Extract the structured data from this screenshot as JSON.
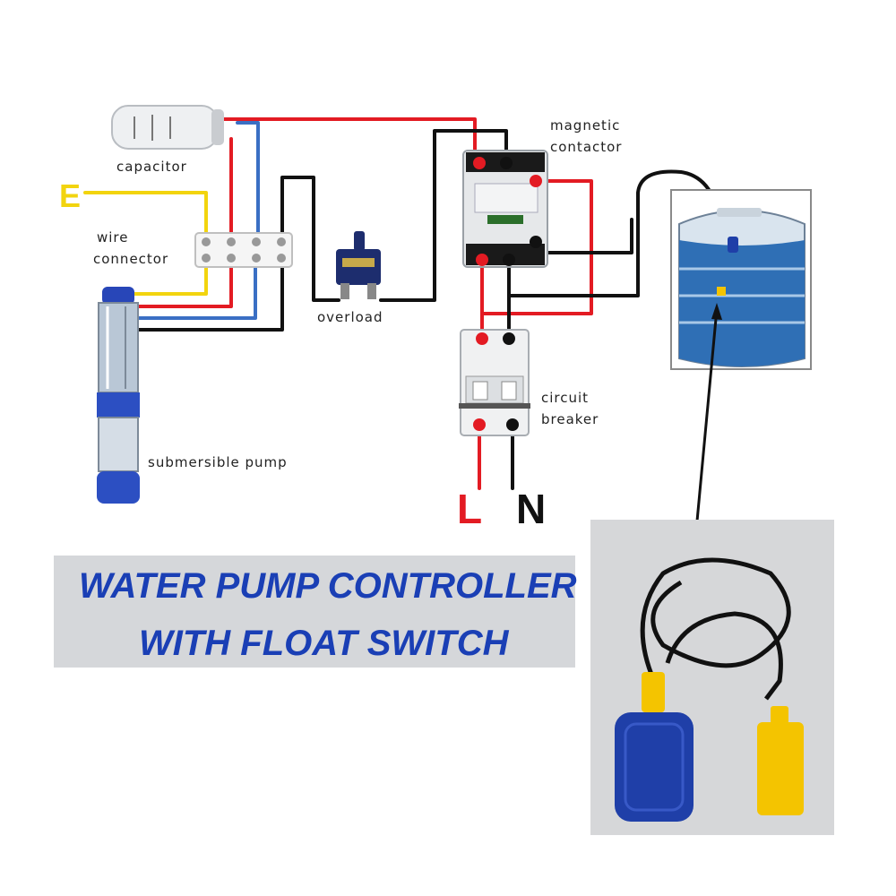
{
  "labels": {
    "capacitor": "capacitor",
    "wire_connector_line1": "wire",
    "wire_connector_line2": "connector",
    "magnetic_contactor_line1": "magnetic",
    "magnetic_contactor_line2": "contactor",
    "overload": "overload",
    "circuit_breaker_line1": "circuit",
    "circuit_breaker_line2": "breaker",
    "submersible_pump": "submersible pump",
    "earth": "E",
    "line": "L",
    "neutral": "N"
  },
  "title": {
    "line1": "WATER PUMP CONTROLLER",
    "line2": "WITH FLOAT  SWITCH"
  },
  "colors": {
    "live_wire": "#e31b23",
    "neutral_wire": "#111111",
    "earth_wire": "#f2d40e",
    "blue_wire": "#3a6fc4",
    "title_text": "#1a3fb5",
    "title_banner": "#d5d7da",
    "float_switch_blue": "#1f3fa8",
    "float_switch_yellow": "#f4c400",
    "tank_water": "#2f6fb5"
  },
  "icons": {
    "capacitor": "capacitor-icon",
    "wire_connector": "terminal-block-icon",
    "contactor": "contactor-icon",
    "overload": "overload-relay-icon",
    "breaker": "circuit-breaker-icon",
    "pump": "submersible-pump-icon",
    "tank": "water-tank-icon",
    "float_switch": "float-switch-icon"
  }
}
